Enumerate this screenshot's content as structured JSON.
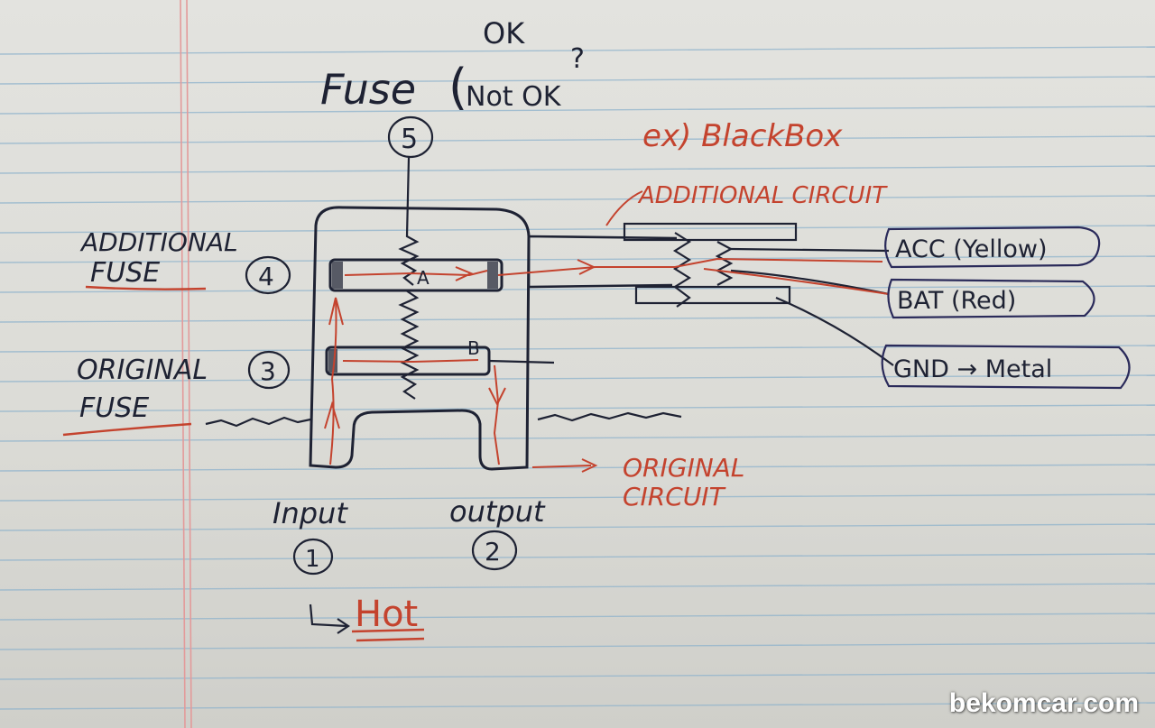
{
  "labels": {
    "ok": "OK",
    "question": "?",
    "fuse": "Fuse",
    "not_ok": "Not OK",
    "num5": "5",
    "ex_blackbox": "ex) BlackBox",
    "additional_circuit": "ADDITIONAL CIRCUIT",
    "additional_fuse_1": "ADDITIONAL",
    "additional_fuse_2": "FUSE",
    "num4": "4",
    "original_fuse_1": "ORIGINAL",
    "original_fuse_2": "FUSE",
    "num3": "3",
    "fuse_a": "A",
    "fuse_b": "B",
    "acc": "ACC (Yellow)",
    "bat": "BAT (Red)",
    "gnd": "GND → Metal",
    "original_circuit_1": "ORIGINAL",
    "original_circuit_2": "CIRCUIT",
    "input": "Input",
    "num1": "1",
    "output": "output",
    "num2": "2",
    "hot": "Hot"
  },
  "watermark": "bekomcar.com",
  "colors": {
    "ink": "#1e2233",
    "red_ink": "#c4432e",
    "rule": "#8fb3cc",
    "margin": "#e39a9a"
  }
}
